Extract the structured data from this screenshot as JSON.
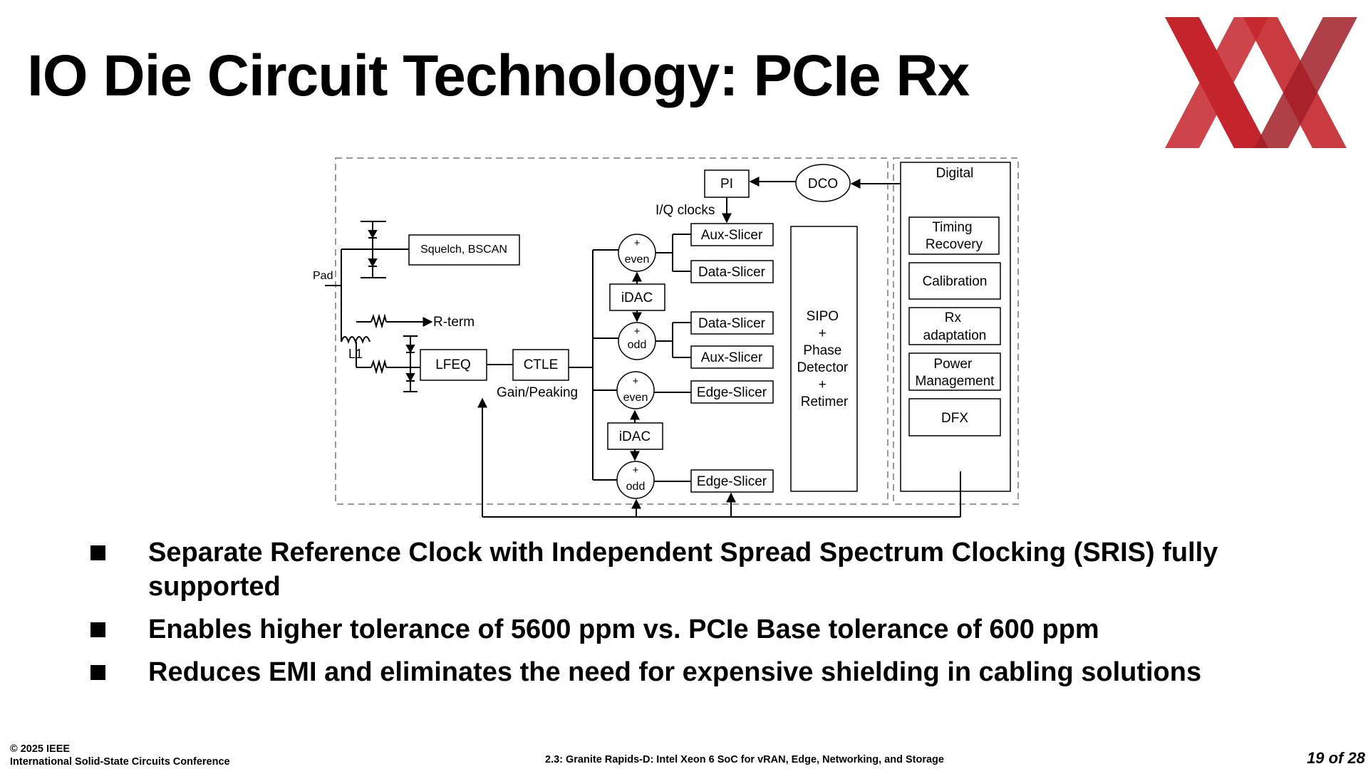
{
  "slide": {
    "title": "IO Die Circuit Technology: PCIe Rx",
    "logo_colors": [
      "#c4252c",
      "#a11f27"
    ]
  },
  "diagram": {
    "pad": "Pad",
    "squelch": "Squelch, BSCAN",
    "rterm": "R-term",
    "inductor": "L1",
    "lfeq": "LFEQ",
    "ctle": "CTLE",
    "gain_peaking": "Gain/Peaking",
    "pi": "PI",
    "dco": "DCO",
    "iq_clocks": "I/Q clocks",
    "idac": "iDAC",
    "summer_plus": "+",
    "even": "even",
    "odd": "odd",
    "aux_slicer": "Aux-Slicer",
    "data_slicer": "Data-Slicer",
    "edge_slicer": "Edge-Slicer",
    "sipo_lines": [
      "SIPO",
      "+",
      "Phase",
      "Detector",
      "+",
      "Retimer"
    ],
    "digital": {
      "title": "Digital",
      "timing_recovery": [
        "Timing",
        "Recovery"
      ],
      "calibration": "Calibration",
      "rx_adaptation": [
        "Rx",
        "adaptation"
      ],
      "power_management": [
        "Power",
        "Management"
      ],
      "dfx": "DFX"
    }
  },
  "bullets": [
    "Separate Reference Clock with Independent Spread Spectrum Clocking (SRIS) fully supported",
    "Enables higher tolerance of 5600 ppm vs. PCIe Base tolerance of 600 ppm",
    "Reduces EMI and eliminates the need for expensive shielding in cabling solutions"
  ],
  "footer": {
    "copyright": "© 2025 IEEE",
    "conference": "International Solid-State Circuits Conference",
    "session": "2.3: Granite Rapids-D: Intel Xeon 6 SoC for vRAN, Edge, Networking, and Storage",
    "page": "19 of 28"
  }
}
